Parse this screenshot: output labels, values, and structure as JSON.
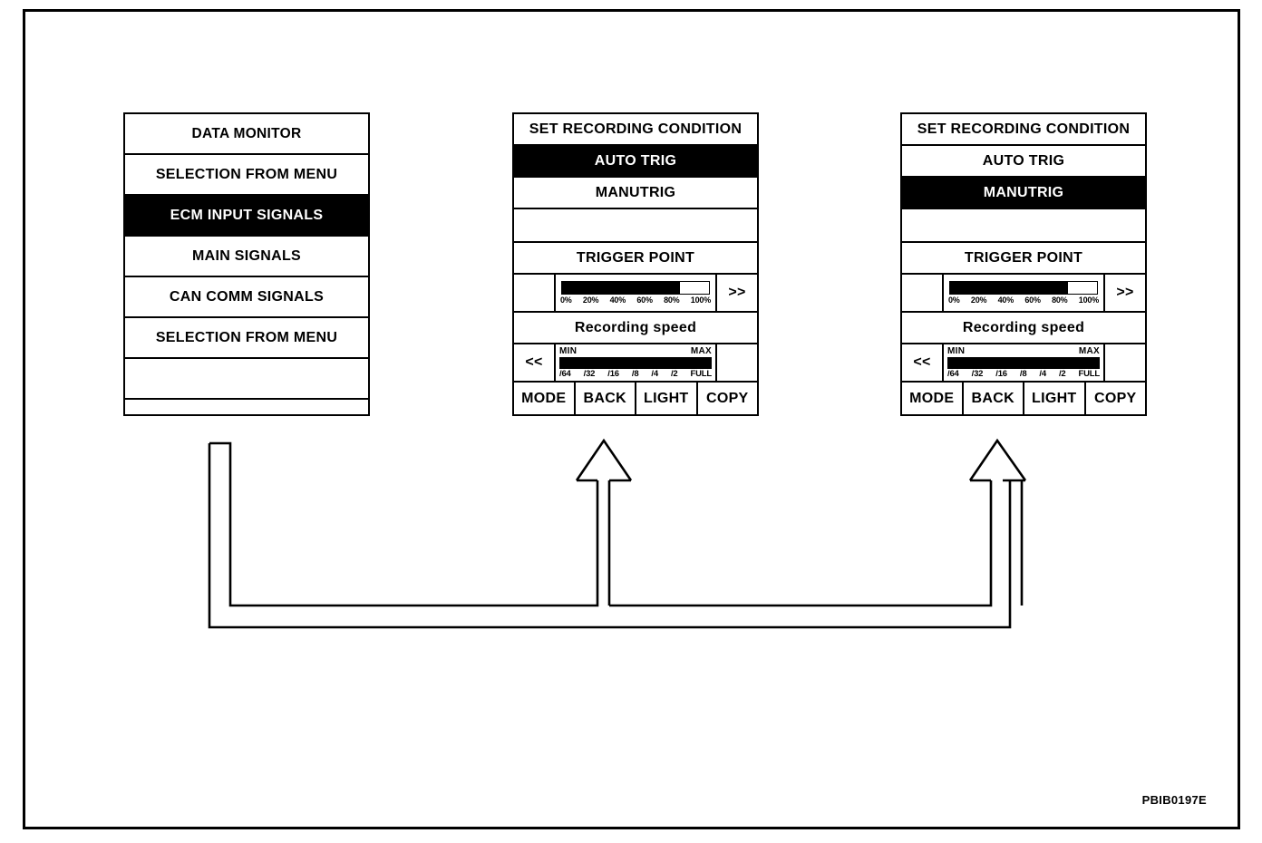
{
  "figure_code": "PBIB0197E",
  "panels": [
    {
      "id": "data-monitor",
      "title": "DATA MONITOR",
      "rows": [
        {
          "label": "DATA MONITOR",
          "selected": false
        },
        {
          "label": "SELECTION FROM MENU",
          "selected": false
        },
        {
          "label": "ECM INPUT SIGNALS",
          "selected": true
        },
        {
          "label": "MAIN SIGNALS",
          "selected": false
        },
        {
          "label": "CAN COMM SIGNALS",
          "selected": false
        },
        {
          "label": "SELECTION FROM MENU",
          "selected": false
        },
        {
          "label": "",
          "selected": false
        },
        {
          "label": "",
          "selected": false
        }
      ]
    }
  ],
  "lcd_common": {
    "title": "SET RECORDING CONDITION",
    "option_auto": "AUTO TRIG",
    "option_manu": "MANUTRIG",
    "blank_row": "",
    "trigger_point_label": "TRIGGER POINT",
    "recording_speed_label": "Recording speed",
    "next_button": ">>",
    "prev_button": "<<",
    "trigger_bar": {
      "fill_percent": 80,
      "scale": [
        "0%",
        "20%",
        "40%",
        "60%",
        "80%",
        "100%"
      ]
    },
    "speed_bar": {
      "fill_percent": 100,
      "min_label": "MIN",
      "max_label": "MAX",
      "scale": [
        "/64",
        "/32",
        "/16",
        "/8",
        "/4",
        "/2",
        "FULL"
      ]
    },
    "buttons": [
      "MODE",
      "BACK",
      "LIGHT",
      "COPY"
    ]
  },
  "lcd_panels": [
    {
      "id": "auto-trig-screen",
      "highlighted": "AUTO TRIG"
    },
    {
      "id": "manu-trig-screen",
      "highlighted": "MANUTRIG"
    }
  ],
  "colors": {
    "ink": "#000000",
    "paper": "#ffffff"
  }
}
